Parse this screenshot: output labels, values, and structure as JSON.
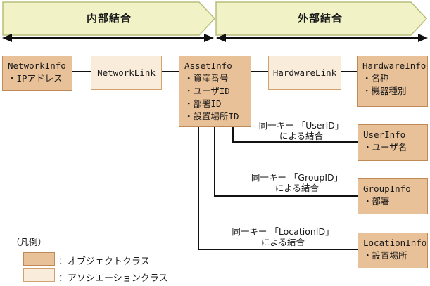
{
  "colors": {
    "object_class": "#e9c198",
    "object_border": "#c08a58",
    "association_class": "#f9ecdb",
    "association_border": "#d3a26e",
    "banner_fill": "#f1f3c6",
    "banner_border": "#b9bd7a",
    "line": "#111111"
  },
  "banners": {
    "inner_join": "内部結合",
    "outer_join": "外部結合"
  },
  "boxes": {
    "network_info": {
      "title": "NetworkInfo",
      "items": [
        "・IPアドレス"
      ]
    },
    "network_link": {
      "title": "NetworkLink"
    },
    "asset_info": {
      "title": "AssetInfo",
      "items": [
        "・資産番号",
        "・ユーザID",
        "・部署ID",
        "・設置場所ID"
      ]
    },
    "hardware_link": {
      "title": "HardwareLink"
    },
    "hardware_info": {
      "title": "HardwareInfo",
      "items": [
        "・名称",
        "・機器種別"
      ]
    },
    "user_info": {
      "title": "UserInfo",
      "items": [
        "・ユーザ名"
      ]
    },
    "group_info": {
      "title": "GroupInfo",
      "items": [
        "・部署"
      ]
    },
    "location_info": {
      "title": "LocationInfo",
      "items": [
        "・設置場所"
      ]
    }
  },
  "join_labels": {
    "user": {
      "line1": "同一キー 「UserID」",
      "line2": "による結合"
    },
    "group": {
      "line1": "同一キー 「GroupID」",
      "line2": "による結合"
    },
    "location": {
      "line1": "同一キー 「LocationID」",
      "line2": "による結合"
    }
  },
  "legend": {
    "title": "（凡例）",
    "object_label": "：オブジェクトクラス",
    "association_label": "：アソシエーションクラス"
  }
}
